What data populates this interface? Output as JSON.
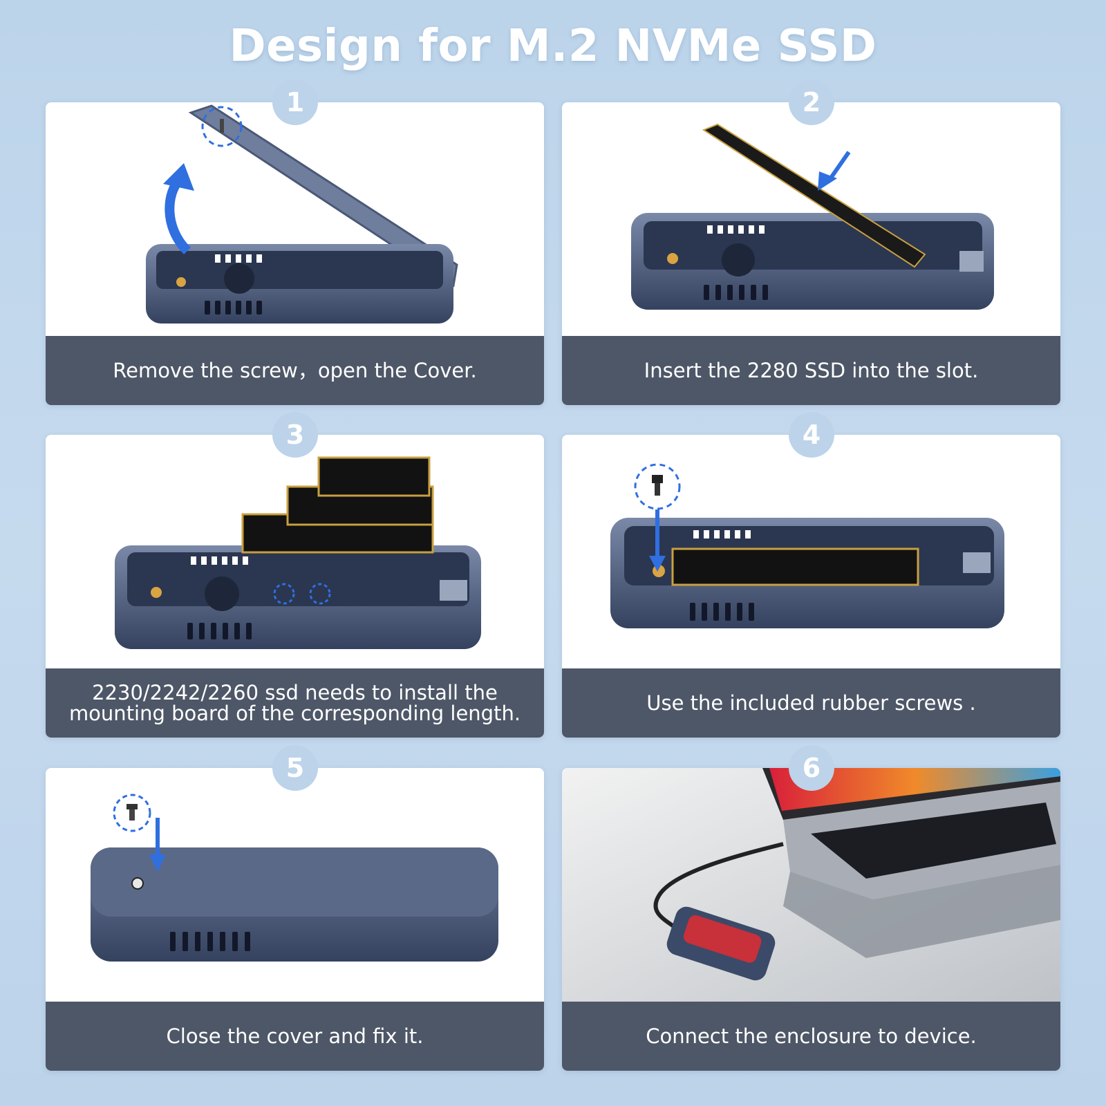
{
  "page": {
    "title": "Design for M.2 NVMe SSD"
  },
  "steps": [
    {
      "number": "1",
      "caption": "Remove the screw，open the Cover.",
      "image_icon": "open-enclosure-icon"
    },
    {
      "number": "2",
      "caption": "Insert the 2280 SSD into the slot.",
      "image_icon": "insert-ssd-icon"
    },
    {
      "number": "3",
      "caption_line1": "2230/2242/2260 ssd needs to install the",
      "caption_line2": "mounting board of the corresponding length.",
      "image_icon": "ssd-sizes-icon"
    },
    {
      "number": "4",
      "caption": "Use the included rubber screws .",
      "image_icon": "rubber-screw-icon"
    },
    {
      "number": "5",
      "caption": "Close the cover and fix it.",
      "image_icon": "closed-enclosure-icon"
    },
    {
      "number": "6",
      "caption": "Connect the enclosure to device.",
      "image_icon": "laptop-connection-icon"
    }
  ],
  "colors": {
    "background": "#bcd4ea",
    "caption_bar": "#4e5767",
    "badge": "#bcd3ea",
    "arrow": "#2f6fe0",
    "enclosure": "#3f4e6d"
  }
}
